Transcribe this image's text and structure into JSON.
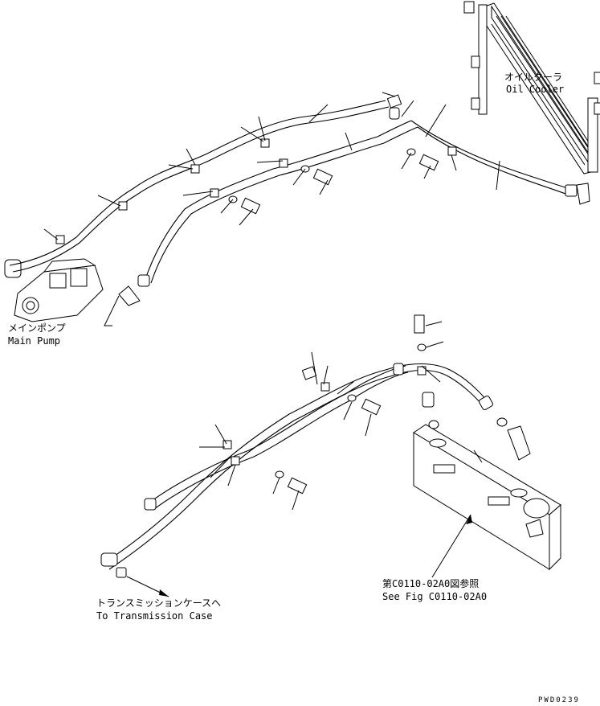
{
  "labels": {
    "oil_cooler_jp": "オイルクーラ",
    "oil_cooler_en": "Oil Cooler",
    "main_pump_jp": "メインポンプ",
    "main_pump_en": "Main Pump",
    "transmission_jp": "トランスミッションケースへ",
    "transmission_en": "To Transmission Case",
    "see_fig_jp": "第C0110-02A0図参照",
    "see_fig_en": "See Fig C0110-02A0",
    "drawing_code": "PWD0239"
  },
  "colors": {
    "ink": "#000000",
    "paper": "#ffffff"
  }
}
